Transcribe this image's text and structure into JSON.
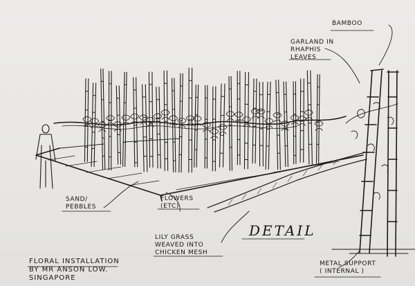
{
  "labels": {
    "bamboo": "BAMBOO",
    "garland": [
      "GARLAND IN",
      "RHAPHIS",
      "LEAVES"
    ],
    "sand_pebbles": [
      "SAND/",
      "PEBBLES"
    ],
    "flowers": [
      "FLOWERS",
      "(ETC)"
    ],
    "lily_grass": [
      "LILY GRASS",
      "WEAVED INTO",
      "CHICKEN MESH"
    ],
    "detail": "DETAIL",
    "metal_support": [
      "METAL SUPPORT",
      "( INTERNAL )"
    ],
    "credit": [
      "FLORAL INSTALLATION",
      "BY MR ANSON LOW.",
      "SINGAPORE"
    ]
  },
  "colors": {
    "paper": "#e9e8e6",
    "ink": "#161616"
  }
}
